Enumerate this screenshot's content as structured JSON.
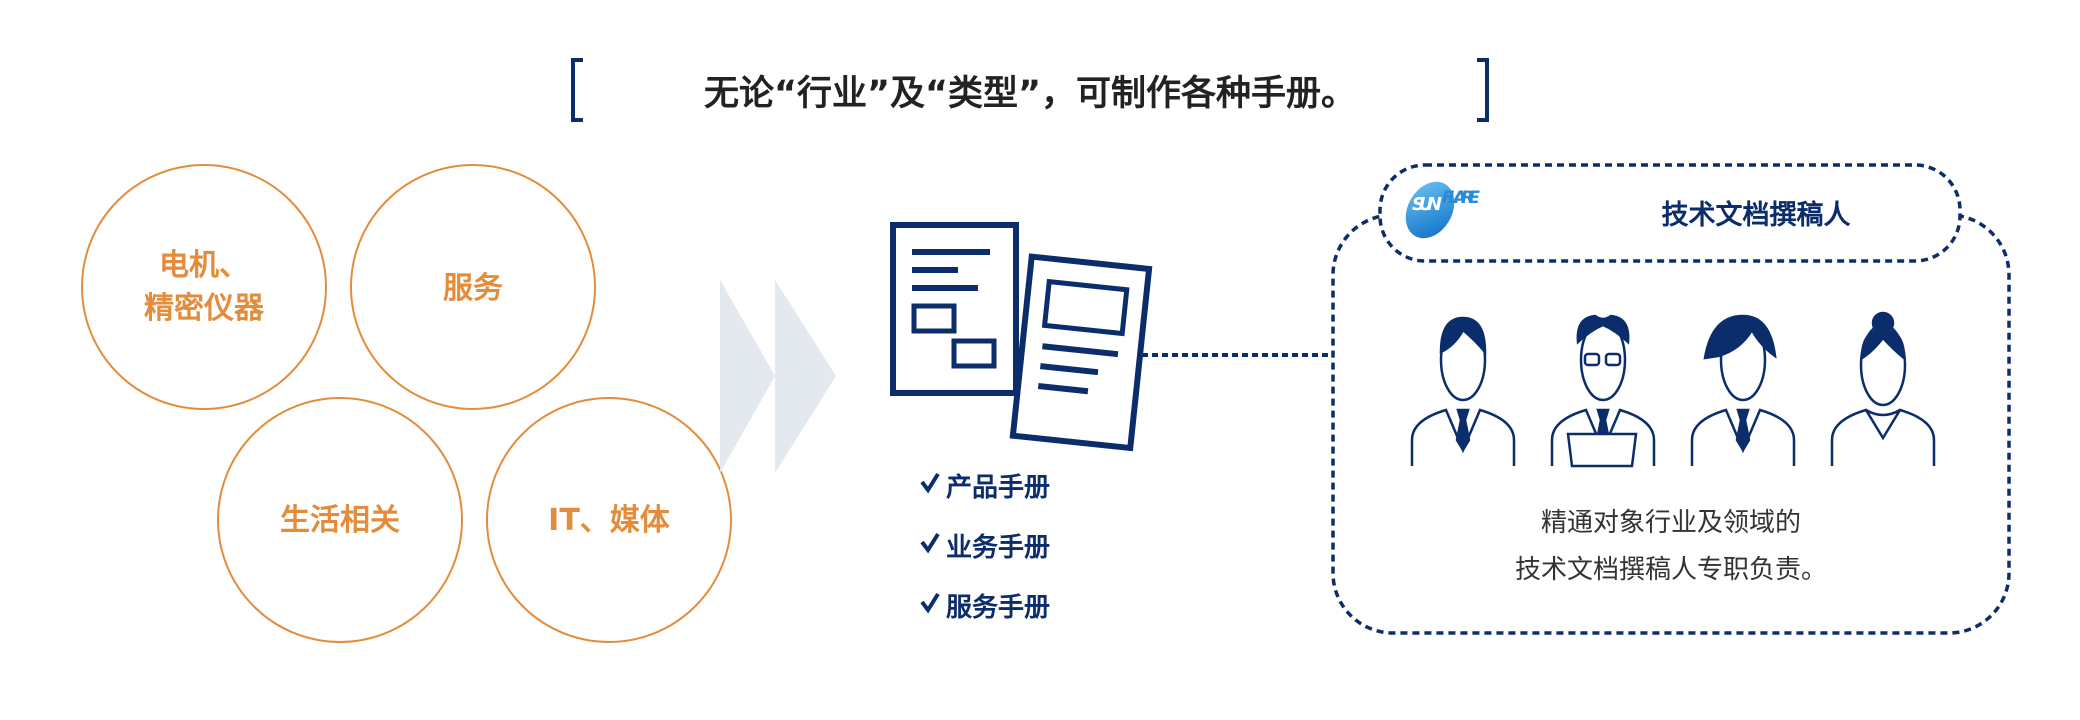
{
  "header": {
    "title": "无论“行业”及“类型”，可制作各种手册。"
  },
  "industries": [
    {
      "line1": "电机、",
      "line2": "精密仪器"
    },
    {
      "line1": "服务"
    },
    {
      "line1": "生活相关"
    },
    {
      "line1": "IT、媒体"
    }
  ],
  "manuals": [
    "产品手册",
    "业务手册",
    "服务手册"
  ],
  "writer_panel": {
    "logo_text": "SUNFLARE",
    "title": "技术文档撰稿人",
    "desc_line1": "精通对象行业及领域的",
    "desc_line2": "技术文档撰稿人专职负责。"
  },
  "colors": {
    "navy": "#0b2d6b",
    "orange": "#e38d3c",
    "arrow": "#e3e9ef"
  }
}
